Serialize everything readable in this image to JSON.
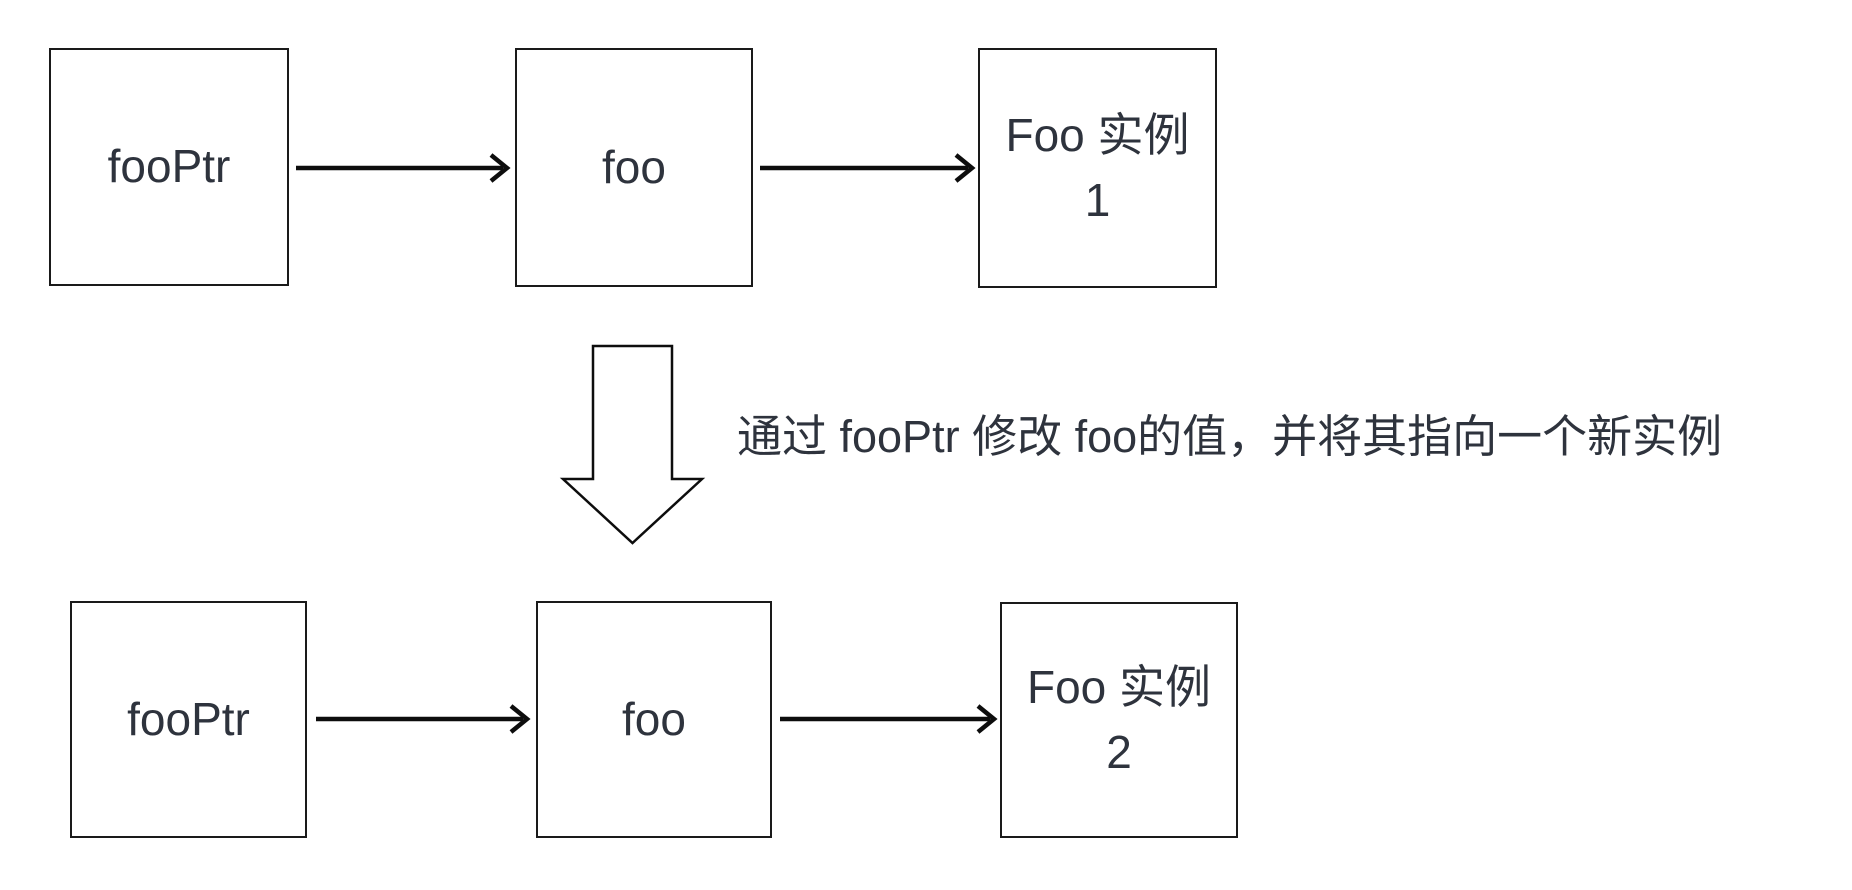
{
  "diagram": {
    "background_color": "#ffffff",
    "line_color": "#0d0d0d",
    "box_border_color": "#1a1a1a",
    "text_color": "#2e333d",
    "caption": "通过 fooPtr 修改 foo的值，并将其指向一个新实例",
    "before": {
      "nodes": [
        {
          "label": "fooPtr"
        },
        {
          "label": "foo"
        },
        {
          "label": "Foo 实例",
          "sublabel": "1"
        }
      ],
      "arrows": [
        {
          "from": "fooPtr",
          "to": "foo"
        },
        {
          "from": "foo",
          "to": "Foo 实例 1"
        }
      ]
    },
    "after": {
      "nodes": [
        {
          "label": "fooPtr"
        },
        {
          "label": "foo"
        },
        {
          "label": "Foo 实例",
          "sublabel": "2"
        }
      ],
      "arrows": [
        {
          "from": "fooPtr",
          "to": "foo"
        },
        {
          "from": "foo",
          "to": "Foo 实例 2"
        }
      ]
    },
    "transition": {
      "shape": "hollow-down-block-arrow"
    }
  }
}
